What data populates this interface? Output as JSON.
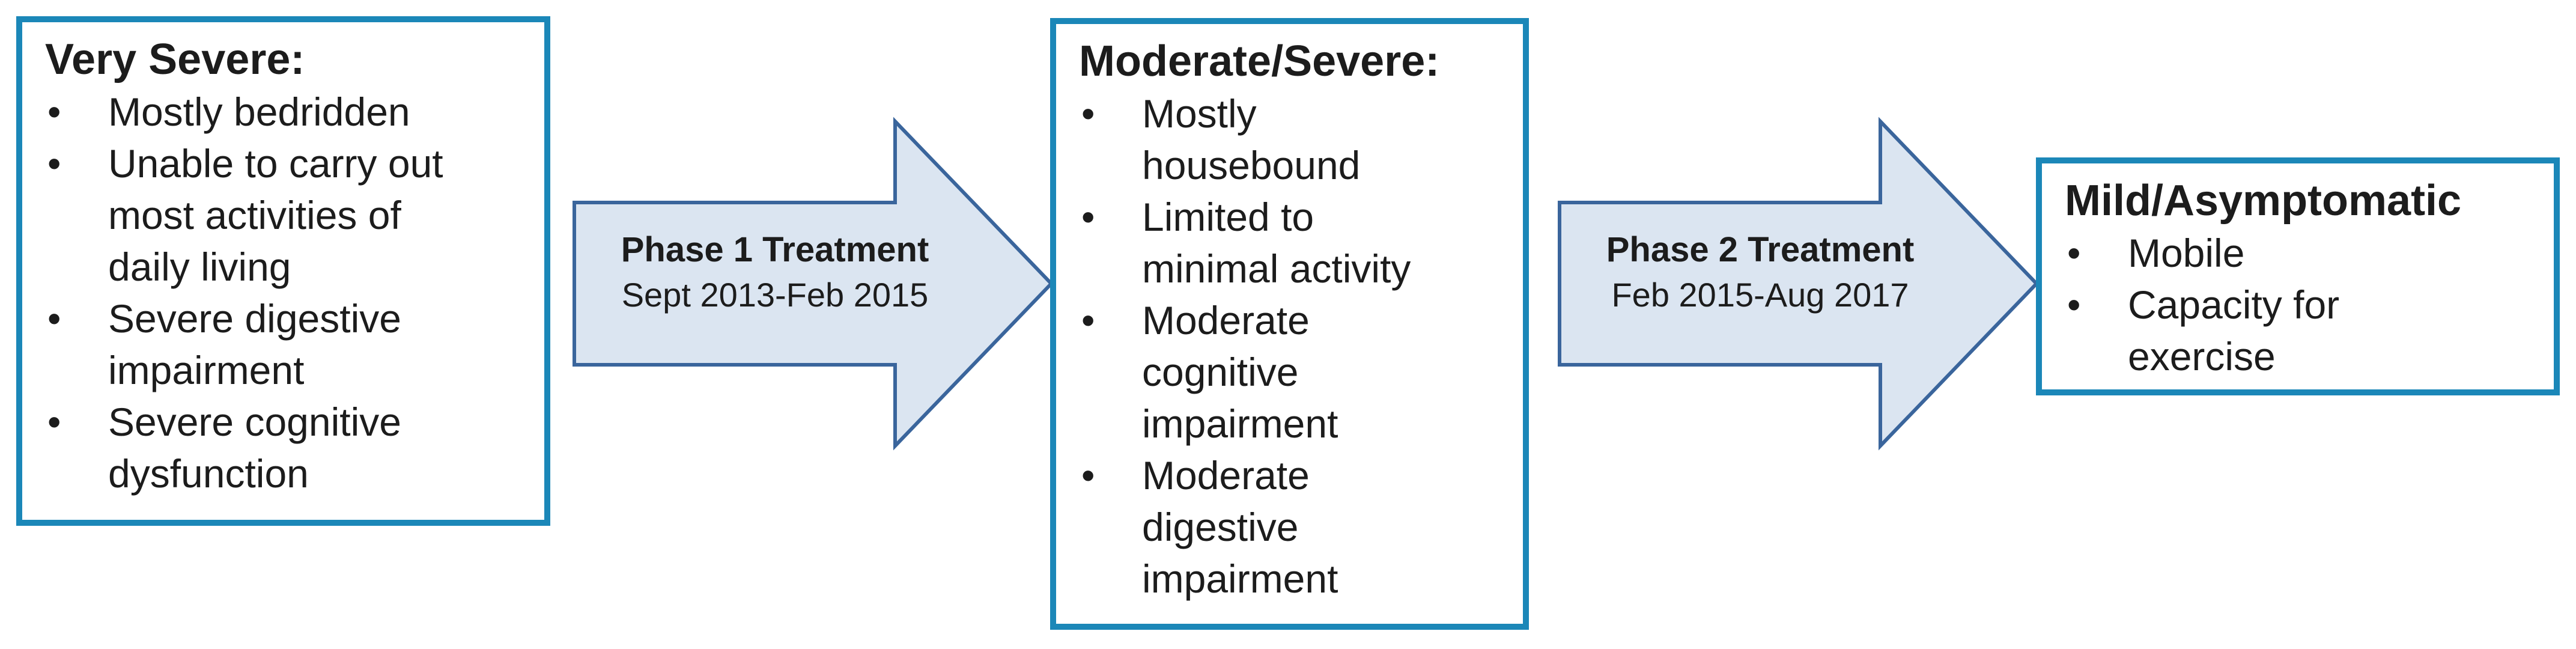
{
  "bullet_char": "•",
  "colors": {
    "box_border": "#1b87b8",
    "arrow_fill": "#dbe5f1",
    "arrow_stroke": "#3a659c",
    "text": "#1c1c1c"
  },
  "stages": [
    {
      "title": "Very Severe:",
      "bullets": [
        "Mostly bedridden",
        "Unable to carry out\nmost activities of\ndaily living",
        "Severe digestive\nimpairment",
        "Severe cognitive\ndysfunction"
      ]
    },
    {
      "title": "Moderate/Severe:",
      "bullets": [
        "Mostly\nhousebound",
        "Limited to\nminimal activity",
        "Moderate\ncognitive\nimpairment",
        "Moderate\ndigestive\nimpairment"
      ]
    },
    {
      "title": "Mild/Asymptomatic",
      "bullets": [
        "Mobile",
        "Capacity for\nexercise"
      ]
    }
  ],
  "arrows": [
    {
      "label": "Phase 1 Treatment",
      "dates": "Sept 2013-Feb 2015"
    },
    {
      "label": "Phase 2 Treatment",
      "dates": "Feb 2015-Aug 2017"
    }
  ]
}
